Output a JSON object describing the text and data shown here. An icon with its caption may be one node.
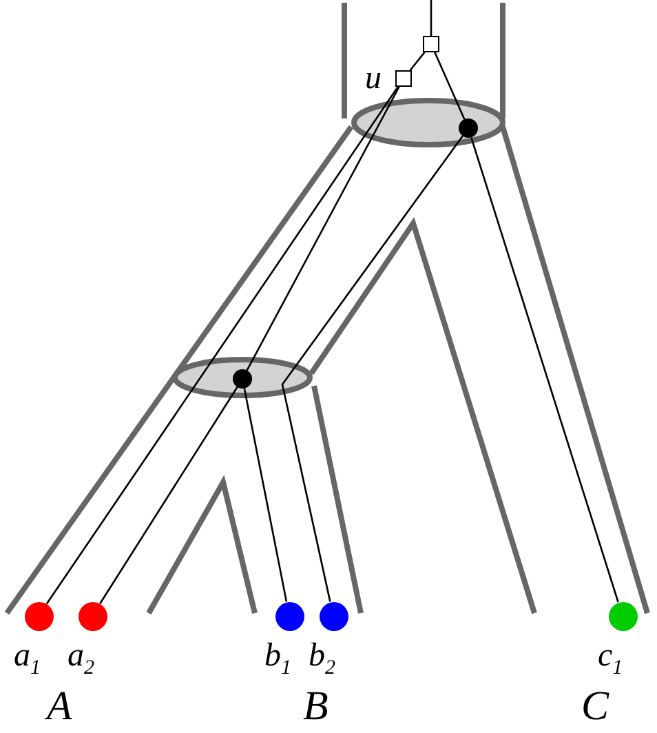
{
  "diagram": {
    "nodes": [
      {
        "text": [],
        "shape": "box"
      },
      {
        "text": [],
        "shape": "box",
        "beside": [
          "u"
        ]
      },
      {
        "text": [],
        "shape": "circle"
      },
      {
        "text": [],
        "shape": "circle"
      },
      {
        "text": [],
        "shape": "circle",
        "beside": [
          "a$_{1}$"
        ]
      },
      {
        "text": [],
        "shape": "circle",
        "beside": [
          "a$_{2}$"
        ]
      },
      {
        "text": [],
        "shape": "circle",
        "beside": [
          "b$_{1}$"
        ]
      },
      {
        "text": [],
        "shape": "circle",
        "beside": [
          "b$_{2}$"
        ]
      },
      {
        "text": [],
        "shape": "circle",
        "beside": [
          "c$_{1}$"
        ]
      }
    ],
    "edges": [
      {
        "from": null,
        "to": 0,
        "arrow": "none"
      },
      {
        "from": 0,
        "to": 1,
        "arrow": "none"
      },
      {
        "from": 0,
        "to": 2,
        "arrow": "none"
      },
      {
        "from": 1,
        "to": 4,
        "arrow": "none"
      },
      {
        "from": 1,
        "to": 3,
        "arrow": "none"
      },
      {
        "from": 3,
        "to": 5,
        "arrow": "none"
      },
      {
        "from": 3,
        "to": 6,
        "arrow": "none"
      },
      {
        "from": 2,
        "to": 7,
        "arrow": "none"
      },
      {
        "from": 2,
        "to": 8,
        "arrow": "none"
      }
    ],
    "labels": [
      "A",
      "B",
      "C"
    ]
  }
}
